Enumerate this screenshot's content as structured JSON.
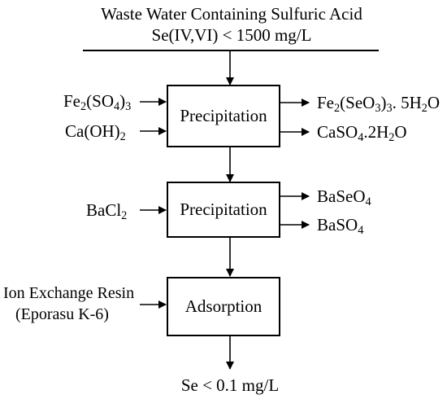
{
  "header": {
    "line1": "Waste Water Containing Sulfuric Acid",
    "line2": "Se(IV,VI) < 1500 mg/L"
  },
  "steps": [
    {
      "label": "Precipitation",
      "inputs": [
        {
          "base": "Fe",
          "sub1": "2",
          "mid": "(SO",
          "sub2": "4",
          "end": ")",
          "sub3": "3"
        },
        {
          "base": "Ca(OH)",
          "sub1": "2"
        }
      ],
      "outputs": [
        {
          "p1": "Fe",
          "s1": "2",
          "p2": "(SeO",
          "s2": "3",
          "p3": ")",
          "s3": "3",
          "p4": ". 5H",
          "s4": "2",
          "p5": "O"
        },
        {
          "p1": "CaSO",
          "s1": "4",
          "p2": ".2H",
          "s2": "2",
          "p3": "O"
        }
      ]
    },
    {
      "label": "Precipitation",
      "inputs": [
        {
          "base": "BaCl",
          "sub1": "2"
        }
      ],
      "outputs": [
        {
          "p1": "BaSeO",
          "s1": "4"
        },
        {
          "p1": "BaSO",
          "s1": "4"
        }
      ]
    },
    {
      "label": "Adsorption",
      "inputs": [
        {
          "line1": "Ion Exchange Resin",
          "line2": "(Eporasu K-6)"
        }
      ],
      "outputs": []
    }
  ],
  "result": "Se < 0.1 mg/L"
}
